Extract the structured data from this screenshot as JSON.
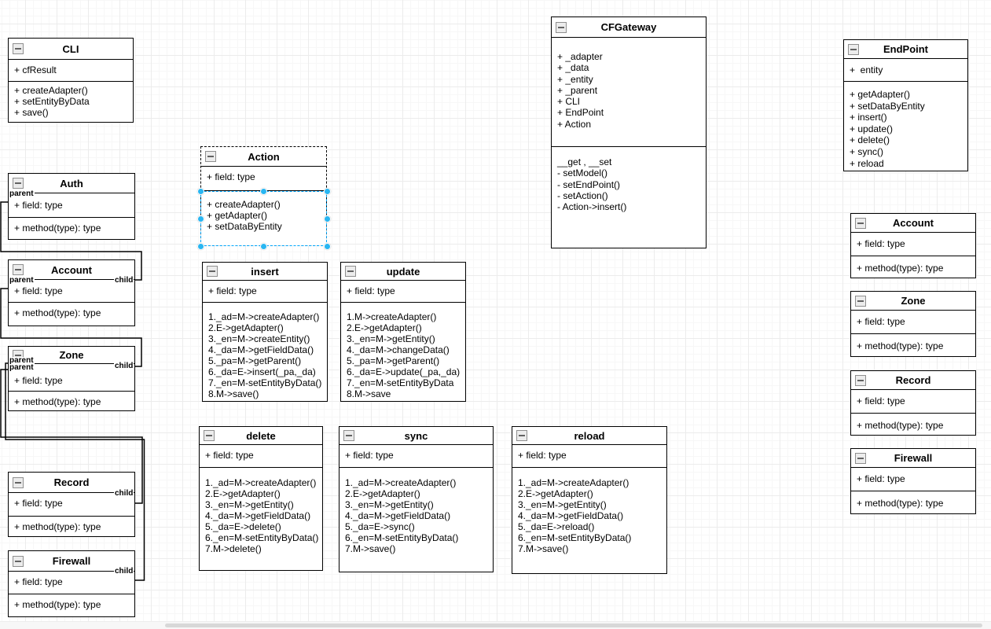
{
  "classes": [
    {
      "name": "CLI",
      "fields": [
        "+ cfResult"
      ],
      "methods": [
        "+ createAdapter()",
        "+ setEntityByData",
        "+ save()"
      ]
    },
    {
      "name": "Auth",
      "fields": [
        "+ field: type"
      ],
      "methods": [
        "+ method(type): type"
      ]
    },
    {
      "name": "Account",
      "fields": [
        "+ field: type"
      ],
      "methods": [
        "+ method(type): type"
      ]
    },
    {
      "name": "Zone",
      "fields": [
        "+ field: type"
      ],
      "methods": [
        "+ method(type): type"
      ]
    },
    {
      "name": "Record",
      "fields": [
        "+ field: type"
      ],
      "methods": [
        "+ method(type): type"
      ]
    },
    {
      "name": "Firewall",
      "fields": [
        "+ field: type"
      ],
      "methods": [
        "+ method(type): type"
      ]
    },
    {
      "name": "Action",
      "fields": [
        "+ field: type"
      ],
      "methods": [
        "+ createAdapter()",
        "+ getAdapter()",
        "+ setDataByEntity"
      ]
    },
    {
      "name": "insert",
      "fields": [
        "+ field: type"
      ],
      "methods": [
        "1._ad=M->createAdapter()",
        "2.E->getAdapter()",
        "3._en=M->createEntity()",
        "4._da=M->getFieldData()",
        "5._pa=M->getParent()",
        "6._da=E->insert(_pa,_da)",
        "7._en=M-setEntityByData()",
        "8.M->save()"
      ]
    },
    {
      "name": "update",
      "fields": [
        "+ field: type"
      ],
      "methods": [
        "1.M->createAdapter()",
        "2.E->getAdapter()",
        "3._en=M->getEntity()",
        "4._da=M->changeData()",
        "5._pa=M->getParent()",
        "6._da=E->update(_pa,_da)",
        "7._en=M-setEntityByData",
        "8.M->save"
      ]
    },
    {
      "name": "delete",
      "fields": [
        "+ field: type"
      ],
      "methods": [
        "1._ad=M->createAdapter()",
        "2.E->getAdapter()",
        "3._en=M->getEntity()",
        "4._da=M->getFieldData()",
        "5._da=E->delete()",
        "6._en=M-setEntityByData()",
        "7.M->delete()"
      ]
    },
    {
      "name": "sync",
      "fields": [
        "+ field: type"
      ],
      "methods": [
        "1._ad=M->createAdapter()",
        "2.E->getAdapter()",
        "3._en=M->getEntity()",
        "4._da=M->getFieldData()",
        "5._da=E->sync()",
        "6._en=M-setEntityByData()",
        "7.M->save()"
      ]
    },
    {
      "name": "reload",
      "fields": [
        "+ field: type"
      ],
      "methods": [
        "1._ad=M->createAdapter()",
        "2.E->getAdapter()",
        "3._en=M->getEntity()",
        "4._da=M->getFieldData()",
        "5._da=E->reload()",
        "6._en=M-setEntityByData()",
        "7.M->save()"
      ]
    },
    {
      "name": "CFGateway",
      "fields": [
        "+ _adapter",
        "+ _data",
        "+ _entity",
        "+ _parent",
        "+ CLI",
        "+ EndPoint",
        "+ Action"
      ],
      "methods": [
        "__get , __set",
        "- setModel()",
        "- setEndPoint()",
        "- setAction()",
        "- Action->insert()"
      ]
    },
    {
      "name": "EndPoint",
      "fields": [
        "+  entity"
      ],
      "methods": [
        "+ getAdapter()",
        "+ setDataByEntity",
        "+ insert()",
        "+ update()",
        "+ delete()",
        "+ sync()",
        "+ reload"
      ]
    },
    {
      "name": "Account",
      "fields": [
        "+ field: type"
      ],
      "methods": [
        "+ method(type): type"
      ]
    },
    {
      "name": "Zone",
      "fields": [
        "+ field: type"
      ],
      "methods": [
        "+ method(type): type"
      ]
    },
    {
      "name": "Record",
      "fields": [
        "+ field: type"
      ],
      "methods": [
        "+ method(type): type"
      ]
    },
    {
      "name": "Firewall",
      "fields": [
        "+ field: type"
      ],
      "methods": [
        "+ method(type): type"
      ]
    }
  ],
  "edge_labels": [
    {
      "text": "parent"
    },
    {
      "text": "parent"
    },
    {
      "text": "child"
    },
    {
      "text": "parent"
    },
    {
      "text": "parent"
    },
    {
      "text": "child"
    },
    {
      "text": "child"
    },
    {
      "text": "child"
    }
  ],
  "colors": {
    "selection_handle": "#29b6f2",
    "selection_outline": "#00a8ff",
    "shape_stroke": "#000000",
    "shape_fill": "#ffffff"
  }
}
